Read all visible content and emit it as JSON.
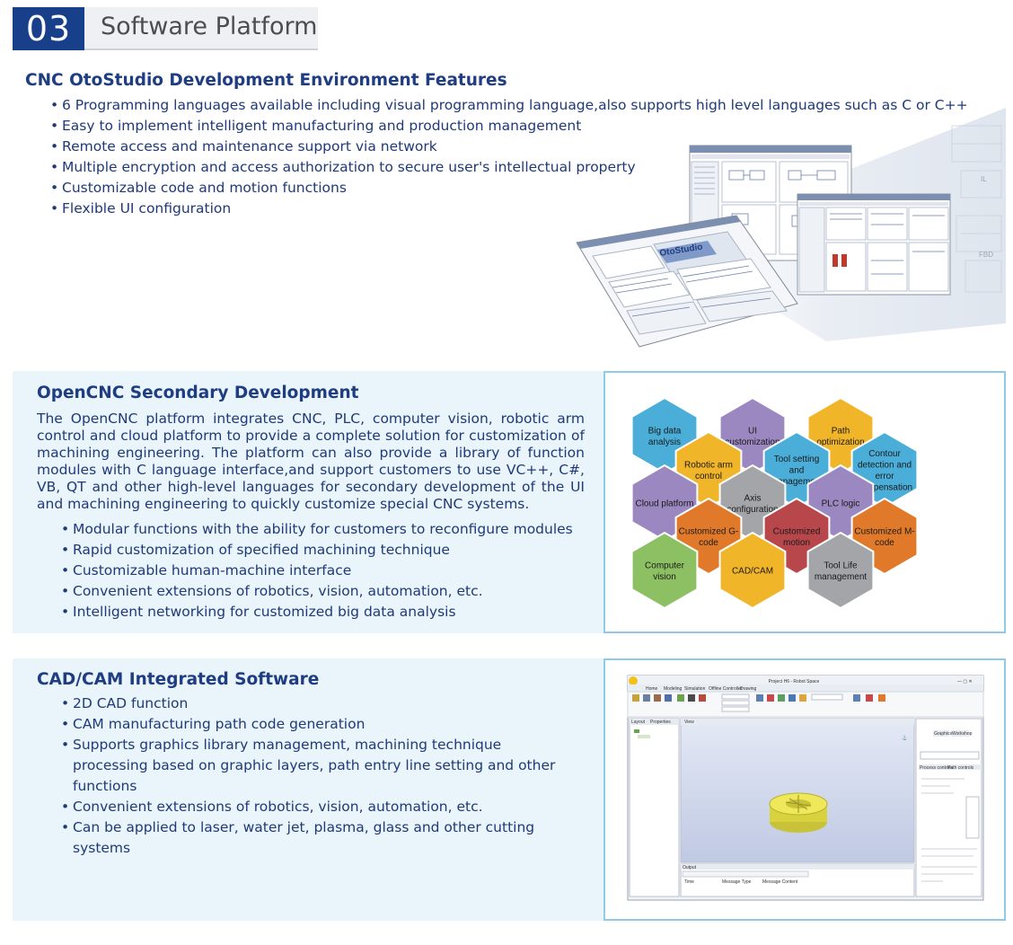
{
  "header": {
    "number": "03",
    "title": "Software Platform"
  },
  "section1": {
    "title": "CNC OtoStudio Development Environment Features",
    "bullets": [
      "6 Programming languages available including visual programming language,also supports high level languages such as C or C++",
      "Easy to implement intelligent manufacturing and production management",
      "Remote access and maintenance support via network",
      "Multiple encryption and access authorization to secure user's intellectual property",
      "Customizable code and motion functions",
      "Flexible UI configuration"
    ],
    "screenshot": {
      "brand_label": "OtoStudio",
      "tags": [
        "IL",
        "FBD"
      ]
    }
  },
  "section2": {
    "title": "OpenCNC Secondary Development",
    "paragraph": "The OpenCNC platform integrates CNC, PLC, computer vision, robotic arm control and cloud platform to provide a complete solution for customization of machining engineering. The platform can also provide a library of function modules with C language interface,and support customers to use VC++, C#, VB, QT and other high-level languages for secondary development of the UI and machining engineering to quickly customize special CNC systems.",
    "bullets": [
      "Modular functions with the ability for customers to reconfigure modules",
      "Rapid customization of specified machining technique",
      "Customizable  human-machine interface",
      "Convenient extensions of robotics, vision, automation, etc.",
      "Intelligent networking for customized big data analysis"
    ],
    "hexagons": [
      {
        "lines": [
          "Big data",
          "analysis"
        ],
        "color": "#4aaed9"
      },
      {
        "lines": [
          "UI",
          "customization"
        ],
        "color": "#9b88c0"
      },
      {
        "lines": [
          "Path",
          "optimization"
        ],
        "color": "#f1b52a"
      },
      {
        "lines": [
          "Robotic arm",
          "control"
        ],
        "color": "#f1b52a"
      },
      {
        "lines": [
          "Tool setting",
          "and",
          "management"
        ],
        "color": "#4aaed9"
      },
      {
        "lines": [
          "Contour",
          "detection and",
          "error",
          "compensation"
        ],
        "color": "#4aaed9"
      },
      {
        "lines": [
          "Cloud platform"
        ],
        "color": "#9b88c0"
      },
      {
        "lines": [
          "Axis",
          "configuration"
        ],
        "color": "#a4a5a8"
      },
      {
        "lines": [
          "PLC logic"
        ],
        "color": "#9b88c0"
      },
      {
        "lines": [
          "Customized G-",
          "code"
        ],
        "color": "#e07a2a"
      },
      {
        "lines": [
          "Customized",
          "motion"
        ],
        "color": "#b8474b"
      },
      {
        "lines": [
          "Customized M-",
          "code"
        ],
        "color": "#e07a2a"
      },
      {
        "lines": [
          "Computer",
          "vision"
        ],
        "color": "#8dc063"
      },
      {
        "lines": [
          "CAD/CAM"
        ],
        "color": "#f1b52a"
      },
      {
        "lines": [
          "Tool Life",
          "management"
        ],
        "color": "#a4a5a8"
      }
    ]
  },
  "section3": {
    "title": "CAD/CAM Integrated Software",
    "bullets": [
      "2D CAD function",
      "CAM manufacturing path code generation",
      "Supports graphics library management, machining technique processing based on graphic layers, path entry line setting and other functions",
      "Convenient extensions of robotics, vision, automation, etc.",
      "Can be applied to laser, water jet, plasma, glass and other cutting systems"
    ],
    "app": {
      "window_title": "Project H6 - Robot Space",
      "tabs": [
        "Home",
        "Modeling",
        "Simulation",
        "Offline Controller",
        "Drawing"
      ],
      "left_tabs": [
        "Layout",
        "Properties"
      ],
      "viewport_tab": "View",
      "right_tabs": [
        "Graphics",
        "Workshop"
      ],
      "right_sub_tabs": [
        "Process controls",
        "Path controls"
      ],
      "output_label": "Output",
      "message_columns": [
        "Time",
        "Message Type",
        "Message Content"
      ]
    }
  }
}
